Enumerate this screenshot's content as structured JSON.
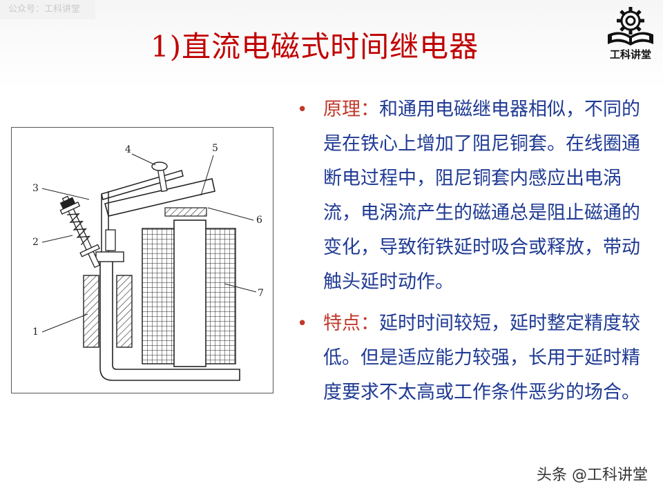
{
  "watermark_top": "公众号：工科讲堂",
  "title": "1)直流电磁式时间继电器",
  "logo": {
    "text": "工科讲堂",
    "icon": "gear-book-icon"
  },
  "figure": {
    "labels": {
      "l1": "1",
      "l2": "2",
      "l3": "3",
      "l4": "4",
      "l5": "5",
      "l6": "6",
      "l7": "7"
    }
  },
  "bullets": [
    {
      "head": "原理：",
      "body": "和通用电磁继电器相似，不同的是在铁心上增加了阻尼铜套。在线圈通断电过程中，阻尼铜套内感应出电涡流，电涡流产生的磁通总是阻止磁通的变化，导致衔铁延时吸合或释放，带动触头延时动作。"
    },
    {
      "head": "特点：",
      "body": "延时时间较短，延时整定精度较低。但是适应能力较强，长用于延时精度要求不太高或工作条件恶劣的场合。"
    }
  ],
  "footer_watermark": "头条 @工科讲堂",
  "colors": {
    "title": "#c00000",
    "bullet_head": "#c0392b",
    "bullet_body": "#1f3a93"
  }
}
